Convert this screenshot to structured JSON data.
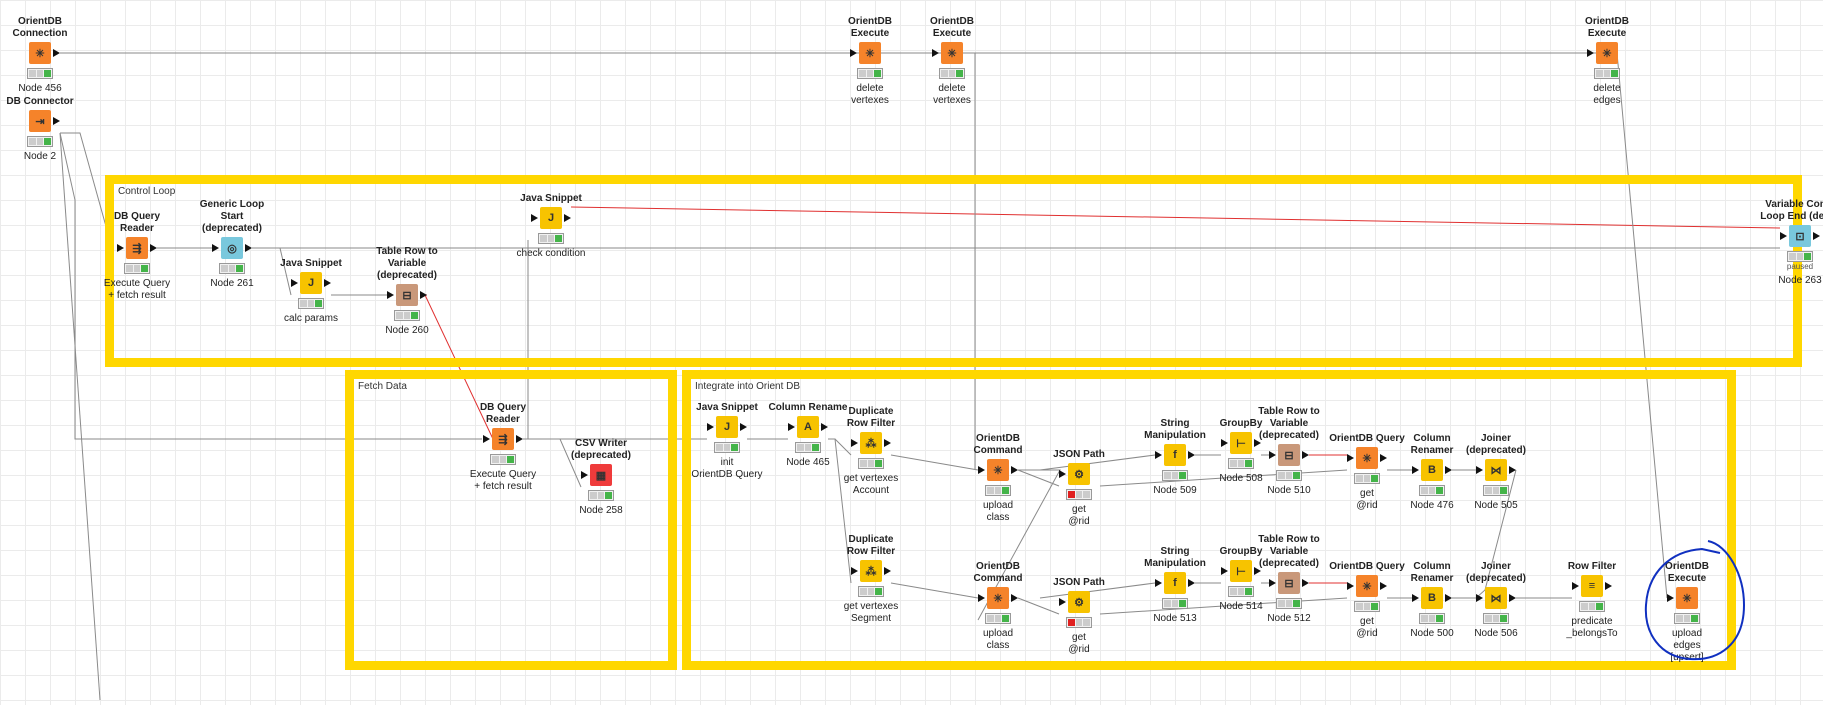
{
  "canvas": {
    "grid_color": "#ebebeb"
  },
  "colors": {
    "yellow_frame": "#ffd700",
    "manipulator": "#f7c300",
    "source": "#f5832a",
    "orientdb": "#f5832a",
    "flow": "#79c8dd",
    "flow_var": "#c9987a",
    "writer": "#ef3b3b",
    "conn_red": "#e03030",
    "circle_blue": "#1030c0"
  },
  "annotations": {
    "control_loop": "Control Loop",
    "fetch_data": "Fetch Data",
    "integrate": "Integrate into Orient DB"
  },
  "nodes": {
    "n456": {
      "title": "OrientDB Connection",
      "label": "Node 456",
      "icon": "orientdb-icon"
    },
    "n2": {
      "title": "DB Connector",
      "label": "Node 2",
      "icon": "db-connector-icon"
    },
    "exec_dv1": {
      "title": "OrientDB Execute",
      "label": "delete\nvertexes",
      "icon": "orientdb-icon"
    },
    "exec_dv2": {
      "title": "OrientDB Execute",
      "label": "delete\nvertexes",
      "icon": "orientdb-icon"
    },
    "exec_de": {
      "title": "OrientDB Execute",
      "label": "delete\nedges",
      "icon": "orientdb-icon"
    },
    "qr1": {
      "title": "DB Query Reader",
      "label": "Execute Query\n+ fetch result",
      "icon": "db-reader-icon"
    },
    "n261": {
      "title": "Generic Loop Start\n(deprecated)",
      "label": "Node 261",
      "icon": "loop-start-icon"
    },
    "js_calc": {
      "title": "Java Snippet",
      "label": "calc params",
      "icon": "java-snippet-icon"
    },
    "n260": {
      "title": "Table Row to Variable\n(deprecated)",
      "label": "Node 260",
      "icon": "row-to-variable-icon"
    },
    "js_check": {
      "title": "Java Snippet",
      "label": "check condition",
      "icon": "java-snippet-icon"
    },
    "n263": {
      "title": "Variable Condi\nLoop End (depre",
      "label": "Node 263",
      "icon": "loop-end-icon",
      "badge": "paused"
    },
    "qr2": {
      "title": "DB Query Reader",
      "label": "Execute Query\n+ fetch result",
      "icon": "db-reader-icon"
    },
    "n258": {
      "title": "CSV Writer\n(deprecated)",
      "label": "Node 258",
      "icon": "csv-writer-icon"
    },
    "js_init": {
      "title": "Java Snippet",
      "label": "init\nOrientDB Query",
      "icon": "java-snippet-icon"
    },
    "n465": {
      "title": "Column Rename",
      "label": "Node 465",
      "icon": "column-rename-icon"
    },
    "dup1": {
      "title": "Duplicate\nRow Filter",
      "label": "get vertexes\nAccount",
      "icon": "duplicate-filter-icon"
    },
    "dup2": {
      "title": "Duplicate\nRow Filter",
      "label": "get vertexes\nSegment",
      "icon": "duplicate-filter-icon"
    },
    "cmd1": {
      "title": "OrientDB Command",
      "label": "upload\nclass",
      "icon": "orientdb-icon"
    },
    "cmd2": {
      "title": "OrientDB Command",
      "label": "upload\nclass",
      "icon": "orientdb-icon"
    },
    "jp1": {
      "title": "JSON Path",
      "label": "get\n@rid",
      "icon": "json-path-icon"
    },
    "jp2": {
      "title": "JSON Path",
      "label": "get\n@rid",
      "icon": "json-path-icon"
    },
    "n509": {
      "title": "String Manipulation",
      "label": "Node 509",
      "icon": "string-manipulation-icon"
    },
    "n513": {
      "title": "String Manipulation",
      "label": "Node 513",
      "icon": "string-manipulation-icon"
    },
    "n508": {
      "title": "GroupBy",
      "label": "Node 508",
      "icon": "groupby-icon"
    },
    "n514": {
      "title": "GroupBy",
      "label": "Node 514",
      "icon": "groupby-icon"
    },
    "n510": {
      "title": "Table Row to Variable\n(deprecated)",
      "label": "Node 510",
      "icon": "row-to-variable-icon"
    },
    "n512": {
      "title": "Table Row to Variable\n(deprecated)",
      "label": "Node 512",
      "icon": "row-to-variable-icon"
    },
    "q1": {
      "title": "OrientDB Query",
      "label": "get\n@rid",
      "icon": "orientdb-icon"
    },
    "q2": {
      "title": "OrientDB Query",
      "label": "get\n@rid",
      "icon": "orientdb-icon"
    },
    "n476": {
      "title": "Column Renamer",
      "label": "Node 476",
      "icon": "column-renamer-icon"
    },
    "n500": {
      "title": "Column Renamer",
      "label": "Node 500",
      "icon": "column-renamer-icon"
    },
    "n505": {
      "title": "Joiner (deprecated)",
      "label": "Node 505",
      "icon": "joiner-icon"
    },
    "n506": {
      "title": "Joiner (deprecated)",
      "label": "Node 506",
      "icon": "joiner-icon"
    },
    "rf": {
      "title": "Row Filter",
      "label": "predicate\n_belongsTo",
      "icon": "row-filter-icon"
    },
    "exec_up": {
      "title": "OrientDB Execute",
      "label": "upload\nedges\n[upsert]",
      "icon": "orientdb-icon"
    }
  }
}
